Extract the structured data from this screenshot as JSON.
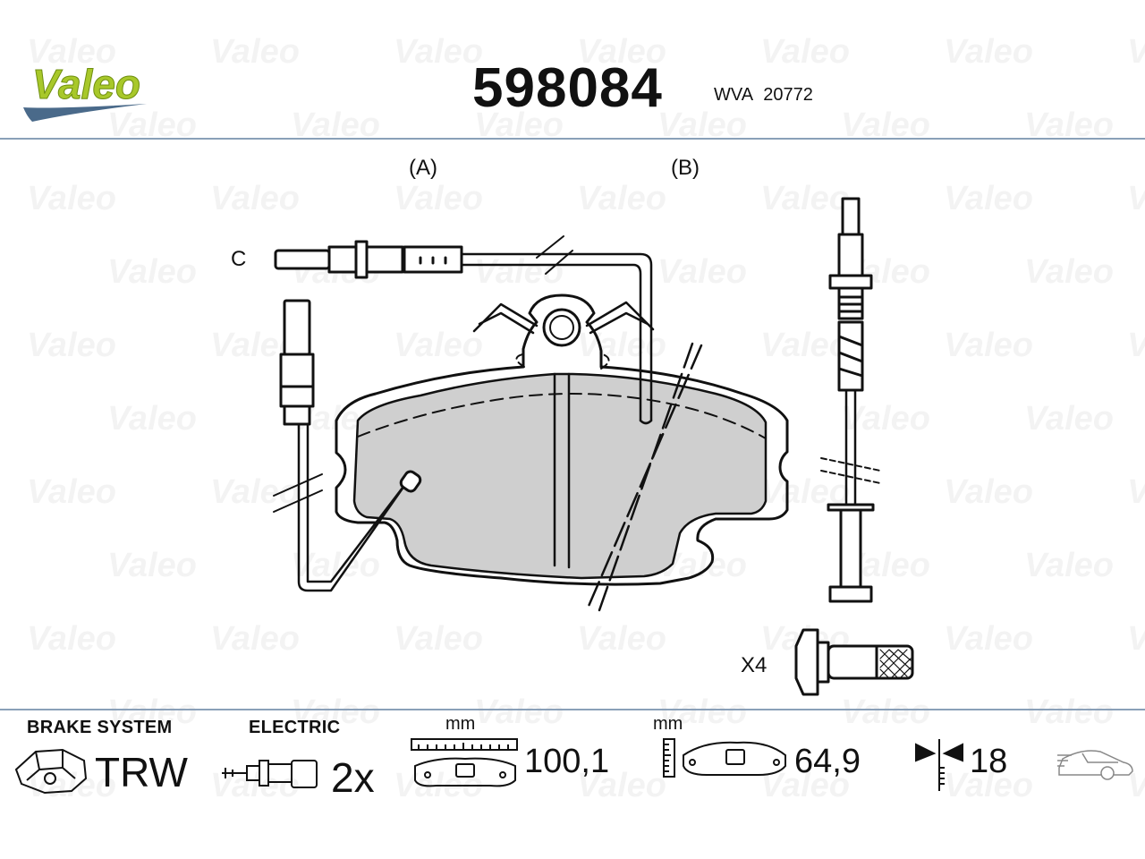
{
  "brand": {
    "logo_text": "Valeo"
  },
  "header": {
    "part_number": "598084",
    "wva_label": "WVA",
    "wva_number": "20772"
  },
  "diagram": {
    "label_a": "(A)",
    "label_b": "(B)",
    "label_c": "C",
    "bolt_qty": "X4"
  },
  "specs": {
    "brake_system": {
      "heading": "BRAKE SYSTEM",
      "value": "TRW"
    },
    "electric": {
      "heading": "ELECTRIC",
      "value": "2x"
    },
    "width": {
      "unit": "mm",
      "value": "100,1"
    },
    "height": {
      "unit": "mm",
      "value": "64,9"
    },
    "thickness": {
      "value": "18"
    }
  },
  "icons": [
    "caliper-icon",
    "wear-sensor-icon",
    "pad-width-icon",
    "pad-height-icon",
    "thickness-icon",
    "car-icon"
  ],
  "colors": {
    "pad_fill": "#cfcfcf",
    "logo_green": "#a8c82a",
    "logo_swoosh": "#4a6a8a",
    "rule": "#8aa0b8"
  }
}
